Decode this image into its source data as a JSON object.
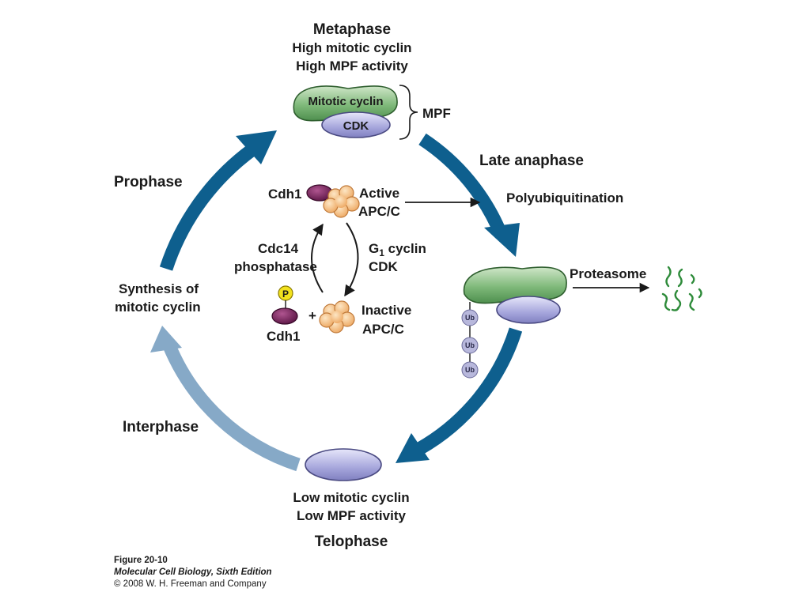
{
  "metaphase": {
    "title": "Metaphase",
    "line1": "High mitotic cyclin",
    "line2": "High MPF activity"
  },
  "mpf": {
    "cyclin_label": "Mitotic cyclin",
    "cdk_label": "CDK",
    "bracket_label": "MPF"
  },
  "phases": {
    "late_anaphase": "Late anaphase",
    "prophase": "Prophase",
    "interphase": "Interphase",
    "telophase": "Telophase"
  },
  "labels": {
    "polyubiquitination": "Polyubiquitination",
    "proteasome": "Proteasome",
    "synthesis_line1": "Synthesis of",
    "synthesis_line2": "mitotic cyclin",
    "telophase_line1": "Low mitotic cyclin",
    "telophase_line2": "Low MPF activity"
  },
  "cycle": {
    "cdh1_top": "Cdh1",
    "active_line1": "Active",
    "active_line2": "APC/C",
    "cdc14_line1": "Cdc14",
    "cdc14_line2": "phosphatase",
    "g1_main": "G",
    "g1_sub": "1",
    "g1_rest": " cyclin",
    "g1_line2": "CDK",
    "p_label": "P",
    "plus": "+",
    "cdh1_bottom": "Cdh1",
    "inactive_line1": "Inactive",
    "inactive_line2": "APC/C"
  },
  "ubiquitin": [
    "Ub",
    "Ub",
    "Ub"
  ],
  "figure": {
    "number": "Figure 20-10",
    "book": "Molecular Cell Biology, Sixth Edition",
    "copyright": "© 2008 W. H. Freeman and Company"
  },
  "colors": {
    "arrow_dark": "#0e5f8e",
    "arrow_light": "#86a9c7",
    "cyclin_green": "#5a9e5a",
    "cdk_purple": "#9a9ad6",
    "cdh1_maroon": "#6e1f52",
    "apc_orange": "#f0b070",
    "phospho_yellow": "#f2e11e",
    "ub_lilac": "#b8b8dc",
    "fragment_green": "#2e8b3a"
  }
}
